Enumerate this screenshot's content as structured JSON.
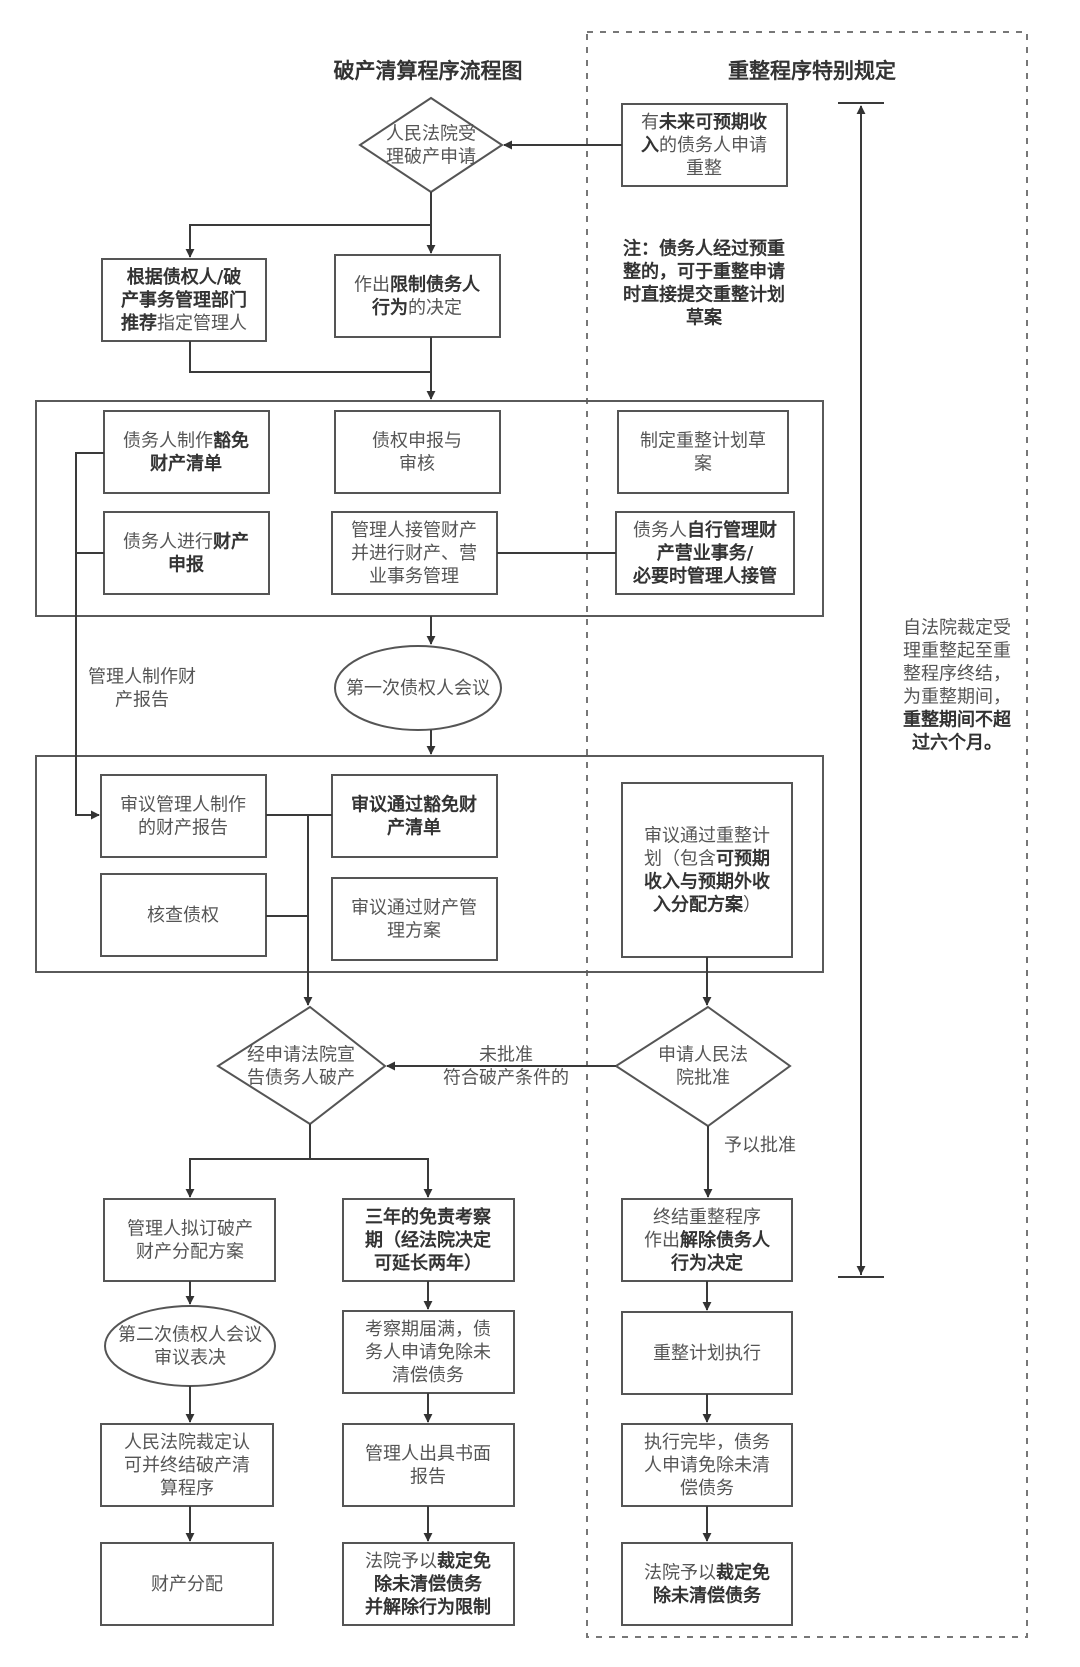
{
  "titles": {
    "left": "破产清算程序流程图",
    "right": "重整程序特别规定"
  },
  "nodes": {
    "accept": [
      [
        {
          "t": "人民法院受"
        }
      ],
      [
        {
          "t": "理破产申请"
        }
      ]
    ],
    "reorg_apply": [
      [
        {
          "t": "有"
        },
        {
          "t": "未来可预期收",
          "b": 1
        }
      ],
      [
        {
          "t": "入",
          "b": 1
        },
        {
          "t": "的债务人申请"
        }
      ],
      [
        {
          "t": "重整"
        }
      ]
    ],
    "note": [
      [
        {
          "t": "注：债务人经过预重",
          "b": 1
        }
      ],
      [
        {
          "t": "整的，可于重整申请",
          "b": 1
        }
      ],
      [
        {
          "t": "时直接提交重整计划",
          "b": 1
        }
      ],
      [
        {
          "t": "草案",
          "b": 1
        }
      ]
    ],
    "appoint": [
      [
        {
          "t": "根据债权人/破",
          "b": 1
        }
      ],
      [
        {
          "t": "产事务管理部门",
          "b": 1
        }
      ],
      [
        {
          "t": "推荐",
          "b": 1
        },
        {
          "t": "指定管理人"
        }
      ]
    ],
    "restrict": [
      [
        {
          "t": "作出"
        },
        {
          "t": "限制债务人",
          "b": 1
        }
      ],
      [
        {
          "t": "行为",
          "b": 1
        },
        {
          "t": "的决定"
        }
      ]
    ],
    "exempt_list": [
      [
        {
          "t": "债务人制作"
        },
        {
          "t": "豁免",
          "b": 1
        }
      ],
      [
        {
          "t": "财产清单",
          "b": 1
        }
      ]
    ],
    "claims": [
      [
        {
          "t": "债权申报与"
        }
      ],
      [
        {
          "t": "审核"
        }
      ]
    ],
    "draft_plan": [
      [
        {
          "t": "制定重整计划草"
        }
      ],
      [
        {
          "t": "案"
        }
      ]
    ],
    "declare": [
      [
        {
          "t": "债务人进行"
        },
        {
          "t": "财产",
          "b": 1
        }
      ],
      [
        {
          "t": "申报",
          "b": 1
        }
      ]
    ],
    "takeover": [
      [
        {
          "t": "管理人接管财产"
        }
      ],
      [
        {
          "t": "并进行财产、营"
        }
      ],
      [
        {
          "t": "业事务管理"
        }
      ]
    ],
    "self_manage": [
      [
        {
          "t": "债务人"
        },
        {
          "t": "自行管理财",
          "b": 1
        }
      ],
      [
        {
          "t": "产营业事务/",
          "b": 1
        }
      ],
      [
        {
          "t": "必要时管理人接管",
          "b": 1
        }
      ]
    ],
    "report_label": [
      [
        {
          "t": "管理人制作财"
        }
      ],
      [
        {
          "t": "产报告"
        }
      ]
    ],
    "first_meeting": [
      [
        {
          "t": "第一次债权人会议"
        }
      ]
    ],
    "review_report": [
      [
        {
          "t": "审议管理人制作"
        }
      ],
      [
        {
          "t": "的财产报告"
        }
      ]
    ],
    "review_exempt": [
      [
        {
          "t": "审议通过豁免财",
          "b": 1
        }
      ],
      [
        {
          "t": "产清单",
          "b": 1
        }
      ]
    ],
    "review_plan": [
      [
        {
          "t": "审议通过重整计"
        }
      ],
      [
        {
          "t": "划（包含"
        },
        {
          "t": "可预期",
          "b": 1
        }
      ],
      [
        {
          "t": "收入与预期外收",
          "b": 1
        }
      ],
      [
        {
          "t": "入分配方案",
          "b": 1
        },
        {
          "t": "）"
        }
      ]
    ],
    "verify_claims": [
      [
        {
          "t": "核查债权"
        }
      ]
    ],
    "review_mgmt": [
      [
        {
          "t": "审议通过财产管"
        }
      ],
      [
        {
          "t": "理方案"
        }
      ]
    ],
    "declare_bankrupt": [
      [
        {
          "t": "经申请法院宣"
        }
      ],
      [
        {
          "t": "告债务人破产"
        }
      ]
    ],
    "edge_not_approved": [
      [
        {
          "t": "未批准"
        }
      ],
      [
        {
          "t": "符合破产条件的"
        }
      ]
    ],
    "court_approve": [
      [
        {
          "t": "申请人民法"
        }
      ],
      [
        {
          "t": "院批准"
        }
      ]
    ],
    "edge_approved": [
      [
        {
          "t": "予以批准"
        }
      ]
    ],
    "distribution_plan": [
      [
        {
          "t": "管理人拟订破产"
        }
      ],
      [
        {
          "t": "财产分配方案"
        }
      ]
    ],
    "probation": [
      [
        {
          "t": "三年的免责考察",
          "b": 1
        }
      ],
      [
        {
          "t": "期（经法院决定",
          "b": 1
        }
      ],
      [
        {
          "t": "可延长两年）",
          "b": 1
        }
      ]
    ],
    "end_reorg": [
      [
        {
          "t": "终结重整程序"
        }
      ],
      [
        {
          "t": "作出"
        },
        {
          "t": "解除债务人",
          "b": 1
        }
      ],
      [
        {
          "t": "行为决定",
          "b": 1
        }
      ]
    ],
    "second_meeting": [
      [
        {
          "t": "第二次债权人会议"
        }
      ],
      [
        {
          "t": "审议表决"
        }
      ]
    ],
    "probation_end": [
      [
        {
          "t": "考察期届满，债"
        }
      ],
      [
        {
          "t": "务人申请免除未"
        }
      ],
      [
        {
          "t": "清偿债务"
        }
      ]
    ],
    "execute_plan": [
      [
        {
          "t": "重整计划执行"
        }
      ]
    ],
    "court_terminate": [
      [
        {
          "t": "人民法院裁定认"
        }
      ],
      [
        {
          "t": "可并终结破产清"
        }
      ],
      [
        {
          "t": "算程序"
        }
      ]
    ],
    "written_report": [
      [
        {
          "t": "管理人出具书面"
        }
      ],
      [
        {
          "t": "报告"
        }
      ]
    ],
    "execution_done": [
      [
        {
          "t": "执行完毕，债务"
        }
      ],
      [
        {
          "t": "人申请免除未清"
        }
      ],
      [
        {
          "t": "偿债务"
        }
      ]
    ],
    "distribute": [
      [
        {
          "t": "财产分配"
        }
      ]
    ],
    "discharge_left": [
      [
        {
          "t": "法院予以"
        },
        {
          "t": "裁定免",
          "b": 1
        }
      ],
      [
        {
          "t": "除未清偿债务",
          "b": 1
        }
      ],
      [
        {
          "t": "并解除行为限制",
          "b": 1
        }
      ]
    ],
    "discharge_right": [
      [
        {
          "t": "法院予以"
        },
        {
          "t": "裁定免",
          "b": 1
        }
      ],
      [
        {
          "t": "除未清偿债务",
          "b": 1
        }
      ]
    ],
    "period_note": [
      [
        {
          "t": "自法院裁定受"
        }
      ],
      [
        {
          "t": "理重整起至重"
        }
      ],
      [
        {
          "t": "整程序终结，"
        }
      ],
      [
        {
          "t": "为重整期间，"
        }
      ],
      [
        {
          "t": "重整期间不超",
          "b": 1
        }
      ],
      [
        {
          "t": "过六个月。",
          "b": 1
        }
      ]
    ]
  }
}
